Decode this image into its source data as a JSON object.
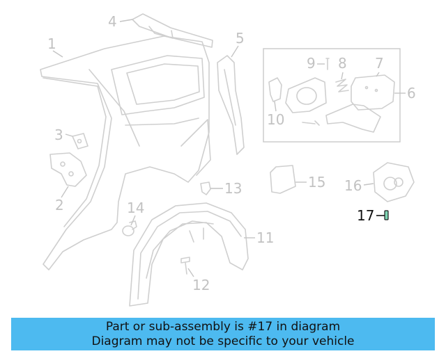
{
  "callouts": [
    "1",
    "2",
    "3",
    "4",
    "5",
    "6",
    "7",
    "8",
    "9",
    "10",
    "11",
    "12",
    "13",
    "14",
    "15",
    "16",
    "17"
  ],
  "highlighted_callout": "17",
  "notice": {
    "line1": "Part or sub-assembly is #17 in diagram",
    "line2": "Diagram may not be specific to your vehicle"
  },
  "colors": {
    "banner": "#4dbaf0",
    "highlight_part": "#7fd6b4",
    "line_art": "#cfcfcf"
  }
}
